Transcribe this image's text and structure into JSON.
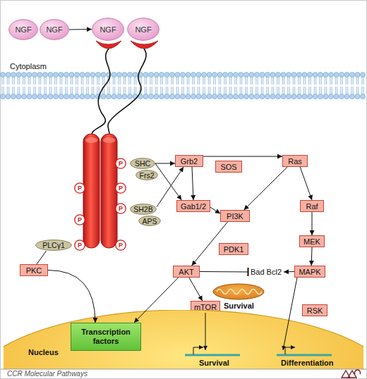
{
  "diagram": {
    "nodes": [
      {
        "text": [
          "NGF"
        ]
      },
      {
        "text": [
          "NGF"
        ]
      },
      {
        "text": [
          "NGF"
        ]
      },
      {
        "text": [
          "NGF"
        ]
      },
      {
        "text": [
          "SHC"
        ]
      },
      {
        "text": [
          "Grb2"
        ]
      },
      {
        "text": [
          "SOS"
        ]
      },
      {
        "text": [
          "Ras"
        ]
      },
      {
        "text": [
          "Frs2"
        ]
      },
      {
        "text": [
          "P"
        ]
      },
      {
        "text": [
          "P"
        ]
      },
      {
        "text": [
          "P"
        ]
      },
      {
        "text": [
          "Gab1/2"
        ]
      },
      {
        "text": [
          "SH2B"
        ]
      },
      {
        "text": [
          "Raf"
        ]
      },
      {
        "text": [
          "P"
        ]
      },
      {
        "text": [
          "PI3K"
        ]
      },
      {
        "text": [
          "APS"
        ]
      },
      {
        "text": [
          "P"
        ]
      },
      {
        "text": [
          "MEK"
        ]
      },
      {
        "text": [
          "PLCγ1"
        ]
      },
      {
        "text": [
          "PDK1"
        ]
      },
      {
        "text": [
          "P"
        ]
      },
      {
        "text": [
          "P"
        ]
      },
      {
        "text": [
          "PKC"
        ]
      },
      {
        "text": [
          "AKT"
        ]
      },
      {
        "text": [
          "Bad Bcl2"
        ]
      },
      {
        "text": [
          "MAPK"
        ]
      },
      {
        "text": [
          "mTOR"
        ]
      },
      {
        "text": [
          "RSK"
        ]
      },
      {
        "text": [
          "Nucleus",
          "Survival",
          "Differentiation"
        ]
      },
      {
        "text": [
          "Transcription factors"
        ],
        "in": 30
      }
    ],
    "edges": [
      {
        "from": 1,
        "to": 2,
        "arrow": "to"
      },
      {
        "from": 4,
        "to": 5,
        "arrow": "to"
      },
      {
        "from": 4,
        "to": 12,
        "arrow": "to"
      },
      {
        "from": 13,
        "to": 5,
        "arrow": "to"
      },
      {
        "from": 5,
        "to": 12,
        "arrow": "to"
      },
      {
        "from": 5,
        "to": 7,
        "arrow": "to"
      },
      {
        "from": 7,
        "to": 16,
        "arrow": "to"
      },
      {
        "from": 12,
        "to": 16,
        "arrow": "to"
      },
      {
        "from": 7,
        "to": 14,
        "arrow": "to"
      },
      {
        "from": 14,
        "to": 19,
        "arrow": "to"
      },
      {
        "from": 19,
        "to": 27,
        "arrow": "to"
      },
      {
        "from": 16,
        "to": 25,
        "arrow": "to"
      },
      {
        "from": 25,
        "to": 28,
        "arrow": "to"
      },
      {
        "from": 25,
        "to": 26,
        "arrow": "to"
      },
      {
        "from": 27,
        "to": 26,
        "arrow": "to"
      },
      {
        "from": 25,
        "to": 31,
        "arrow": "to"
      },
      {
        "from": 24,
        "to": 31,
        "arrow": "to"
      },
      {
        "from": 20,
        "to": 24,
        "arrow": "none"
      }
    ],
    "labels": [
      "Cytoplasm",
      "Survival",
      "CCR Molecular Pathways"
    ]
  }
}
